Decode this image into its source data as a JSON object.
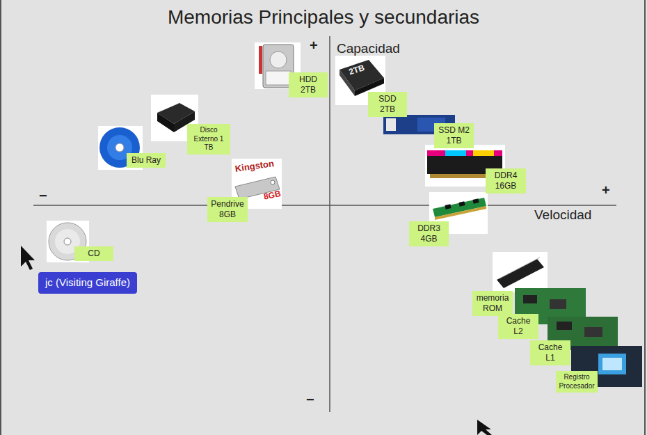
{
  "diagram": {
    "title": "Memorias Principales y secundarias",
    "nodes": [
      {
        "text": [
          "HDD 2TB"
        ]
      },
      {
        "text": [
          "SDD 2TB"
        ]
      },
      {
        "text": [
          "Disco Externo 1 TB"
        ]
      },
      {
        "text": [
          "SSD M2 1TB"
        ]
      },
      {
        "text": [
          "Blu Ray"
        ]
      },
      {
        "text": [
          "DDR4 16GB"
        ]
      },
      {
        "text": [
          "Pendrive 8GB"
        ]
      },
      {
        "text": [
          "DDR3 4GB"
        ]
      },
      {
        "text": [
          "CD"
        ]
      },
      {
        "text": [
          "jc (Visiting Giraffe)"
        ]
      },
      {
        "text": [
          "memoria ROM"
        ]
      },
      {
        "text": [
          "Cache L2"
        ]
      },
      {
        "text": [
          "Cache L1"
        ]
      },
      {
        "text": [
          "Registro Procesador"
        ]
      }
    ],
    "labels": [
      "+",
      "Capacidad",
      "2TB",
      "Kingston",
      "+",
      "−",
      "8GB",
      "Velocidad",
      "−"
    ]
  }
}
